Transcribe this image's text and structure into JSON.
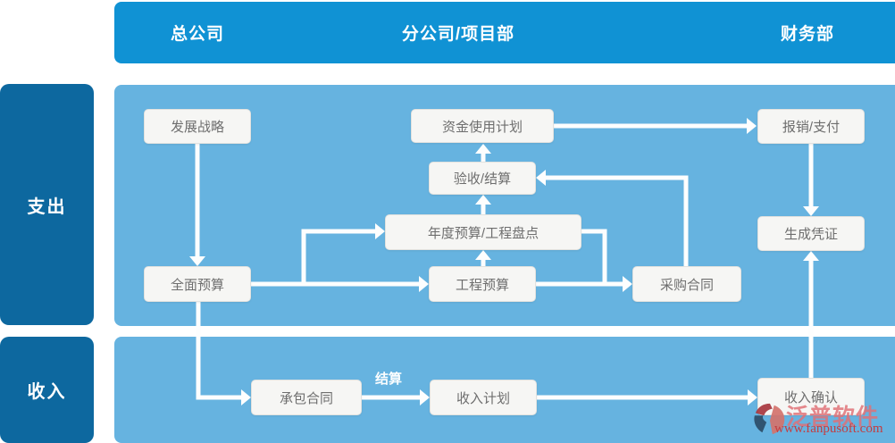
{
  "header": {
    "columns": [
      {
        "id": "head-office",
        "label": "总公司"
      },
      {
        "id": "branch-project-dept",
        "label": "分公司/项目部"
      },
      {
        "id": "finance-dept",
        "label": "财务部"
      }
    ]
  },
  "rows": [
    {
      "id": "expenditure",
      "label": "支出"
    },
    {
      "id": "income",
      "label": "收入"
    }
  ],
  "nodes": {
    "development_strategy": "发展战略",
    "fund_use_plan": "资金使用计划",
    "reimbursement_payment": "报销/支付",
    "acceptance_settlement": "验收/结算",
    "annual_budget_inventory": "年度预算/工程盘点",
    "generate_voucher": "生成凭证",
    "overall_budget": "全面预算",
    "project_budget": "工程预算",
    "purchase_contract": "采购合同",
    "contracting_contract": "承包合同",
    "income_plan": "收入计划",
    "income_confirmation": "收入确认"
  },
  "edge_labels": {
    "settlement": "结算"
  },
  "watermark": {
    "brand": "泛普软件",
    "url": "www.fanpusoft.com"
  },
  "colors": {
    "header_bg": "#1092d4",
    "row_label_bg": "#0d689f",
    "panel_bg": "#66b3e0",
    "node_bg": "#f6f6f4",
    "node_text": "#6e6e6e",
    "arrow": "#fdfefe",
    "brand_text": "#e07076",
    "url_text": "#cc3333"
  }
}
